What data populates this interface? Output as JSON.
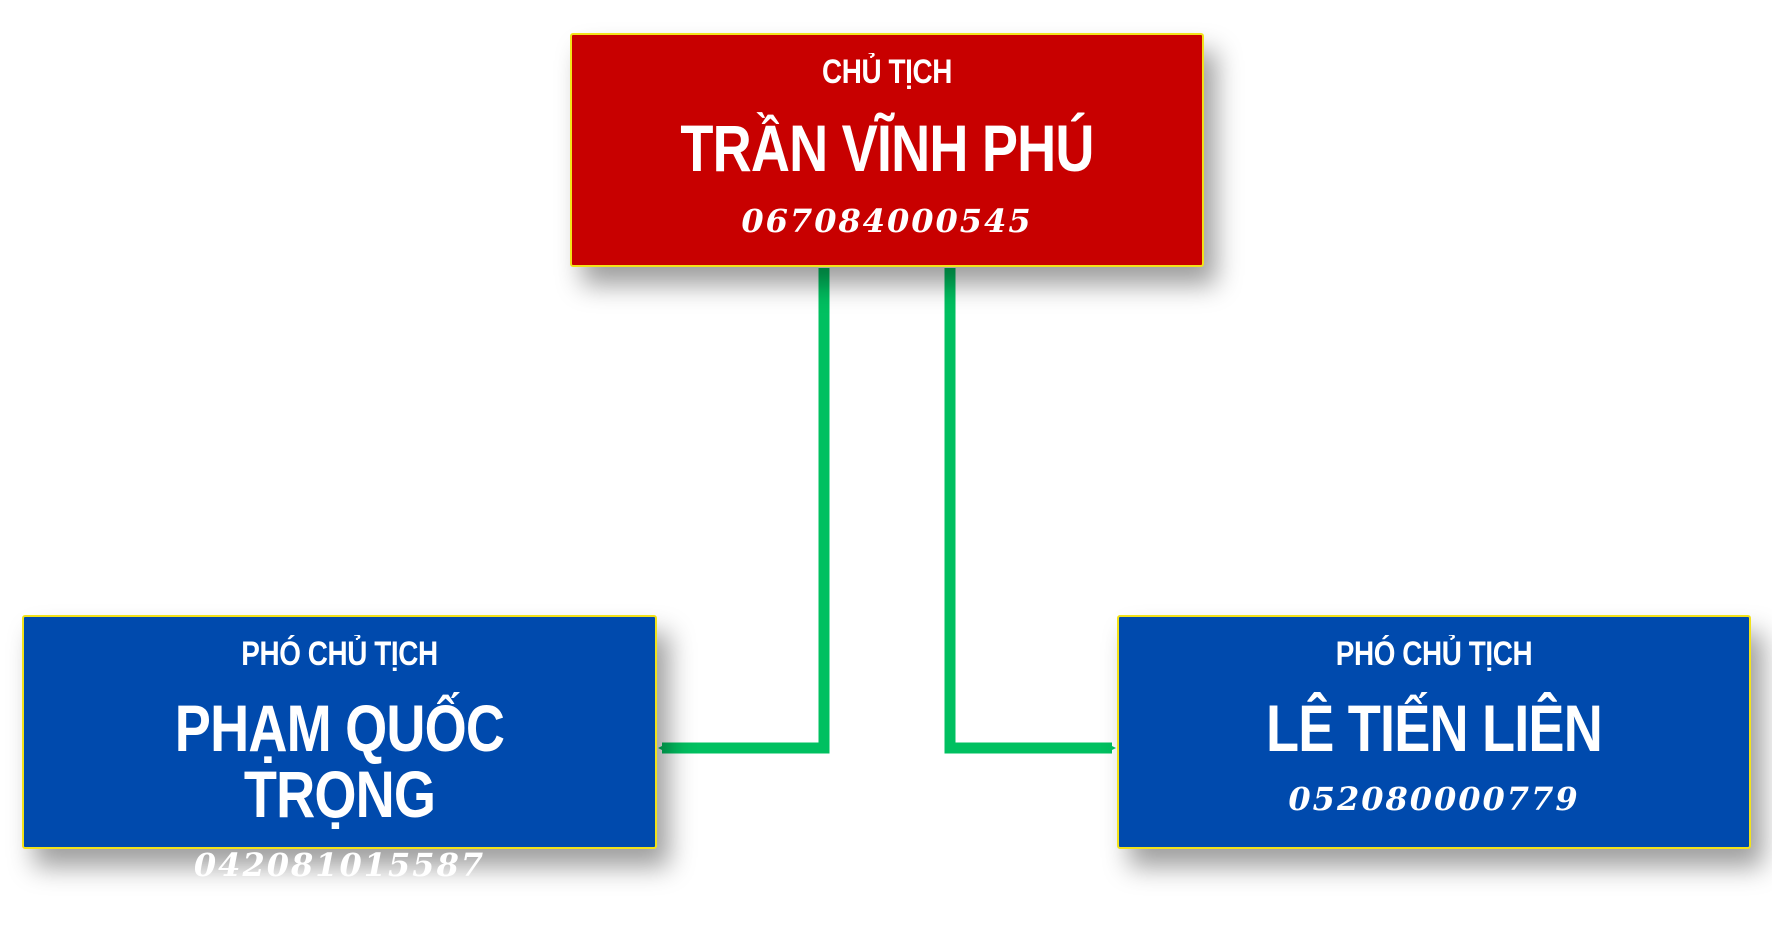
{
  "chairman": {
    "role": "CHỦ TỊCH",
    "name": "TRẦN VĨNH PHÚ",
    "id": "067084000545",
    "color": "#c80000"
  },
  "vice_chairmen": [
    {
      "role": "PHÓ CHỦ TỊCH",
      "name": "PHẠM QUỐC TRỌNG",
      "id": "042081015587",
      "color": "#004aad"
    },
    {
      "role": "PHÓ CHỦ TỊCH",
      "name": "LÊ TIẾN LIÊN",
      "id": "052080000779",
      "color": "#004aad"
    }
  ],
  "colors": {
    "border": "#f2e21a",
    "connector": "#00c060"
  }
}
